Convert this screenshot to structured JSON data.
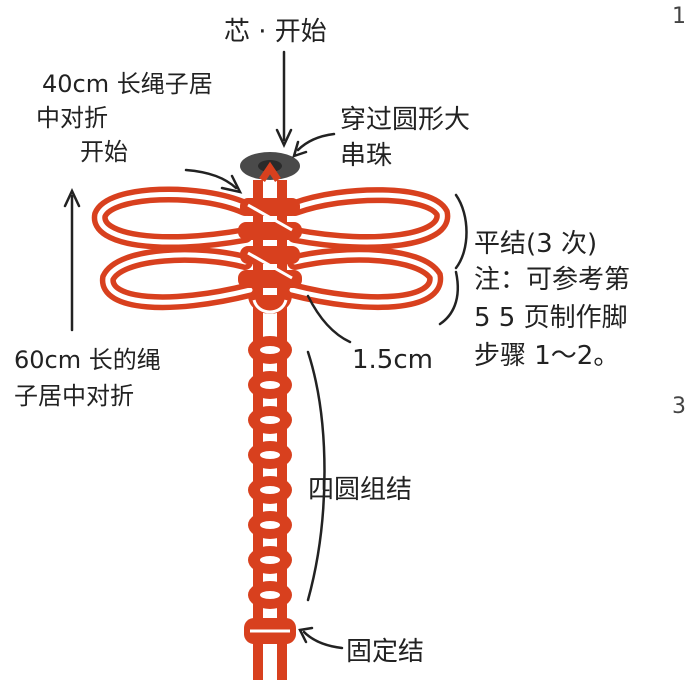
{
  "labels": {
    "core_start": "芯 · 开始",
    "cord40_line1": "40cm 长绳子居",
    "cord40_line2": "中对折",
    "cord40_line3": "开始",
    "bead_line1": "穿过圆形大",
    "bead_line2": "串珠",
    "flat_knot": "平结(3 次)",
    "note_line1": "注：可参考第",
    "note_line2": "5 5  页制作脚",
    "note_line3": "步骤 1～2。",
    "measure": "1.5cm",
    "cord60_line1": "60cm 长的绳",
    "cord60_line2": "子居中对折",
    "four_round": "四圆组结",
    "fixed_knot": "固定结"
  },
  "page_marks": {
    "top_right": "1",
    "right_mid": "3"
  },
  "colors": {
    "cord": "#d8401e",
    "cord_dark": "#b8321a",
    "cord_inner": "#ffffff",
    "bead": "#4a4a4a",
    "line": "#222222"
  }
}
